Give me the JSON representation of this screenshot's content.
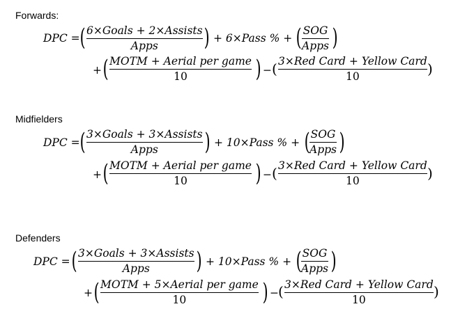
{
  "sections": [
    {
      "heading": "Forwards:",
      "lhs": "DPC =",
      "f1_num": "6×Goals + 2×Assists",
      "f1_den": "Apps",
      "mid": "+ 6×Pass % +",
      "f2_num": "SOG",
      "f2_den": "Apps",
      "plus": "+",
      "f3_num": "MOTM + Aerial per game",
      "f3_den": "10",
      "minus": "−",
      "f4_num": "3×Red Card + Yellow Card",
      "f4_den": "10"
    },
    {
      "heading": "Midfielders",
      "lhs": "DPC =",
      "f1_num": "3×Goals + 3×Assists",
      "f1_den": "Apps",
      "mid": "+ 10×Pass % +",
      "f2_num": "SOG",
      "f2_den": "Apps",
      "plus": "+",
      "f3_num": "MOTM + Aerial per game",
      "f3_den": "10",
      "minus": "−",
      "f4_num": "3×Red Card + Yellow Card",
      "f4_den": "10"
    },
    {
      "heading": "Defenders",
      "lhs": "DPC =",
      "f1_num": "3×Goals + 3×Assists",
      "f1_den": "Apps",
      "mid": "+ 10×Pass % +",
      "f2_num": "SOG",
      "f2_den": "Apps",
      "plus": "+",
      "f3_num": "MOTM + 5×Aerial per game",
      "f3_den": "10",
      "minus": "−",
      "f4_num": "3×Red Card + Yellow Card",
      "f4_den": "10"
    }
  ]
}
